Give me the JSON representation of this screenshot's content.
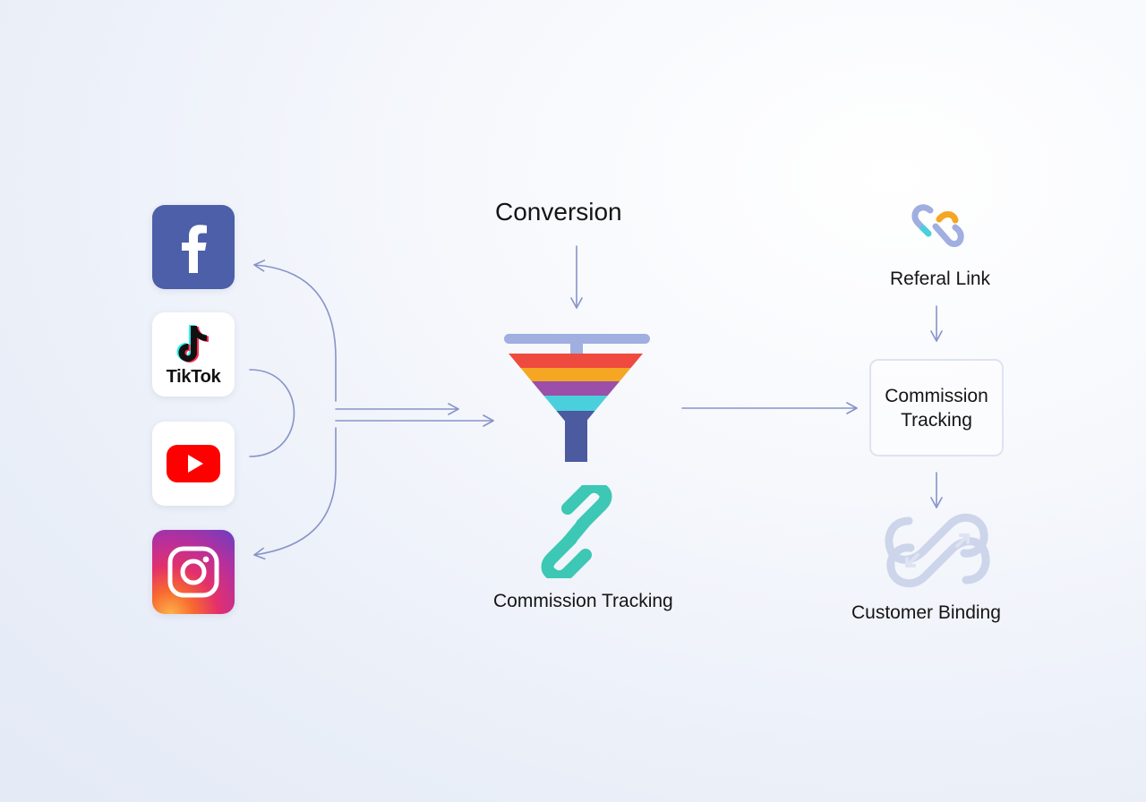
{
  "social_sources": [
    {
      "name": "facebook",
      "color": "#4c5fa8"
    },
    {
      "name": "tiktok",
      "wordmark": "TikTok"
    },
    {
      "name": "youtube",
      "color": "#ff0000"
    },
    {
      "name": "instagram"
    }
  ],
  "funnel": {
    "title": "Conversion",
    "bar_color": "#a0aee0",
    "band_colors": [
      "#ef4a3f",
      "#f5a623",
      "#9b4fa8",
      "#4ad0dc"
    ],
    "stem_color": "#4c5aa0",
    "caption": "Commission Tracking",
    "chain_icon_color": "#3cc8b4"
  },
  "right_flow": {
    "referral_label": "Referal Link",
    "tracking_box_label": "Commission Tracking",
    "customer_label": "Customer Binding"
  },
  "connector_color": "#8893c9"
}
